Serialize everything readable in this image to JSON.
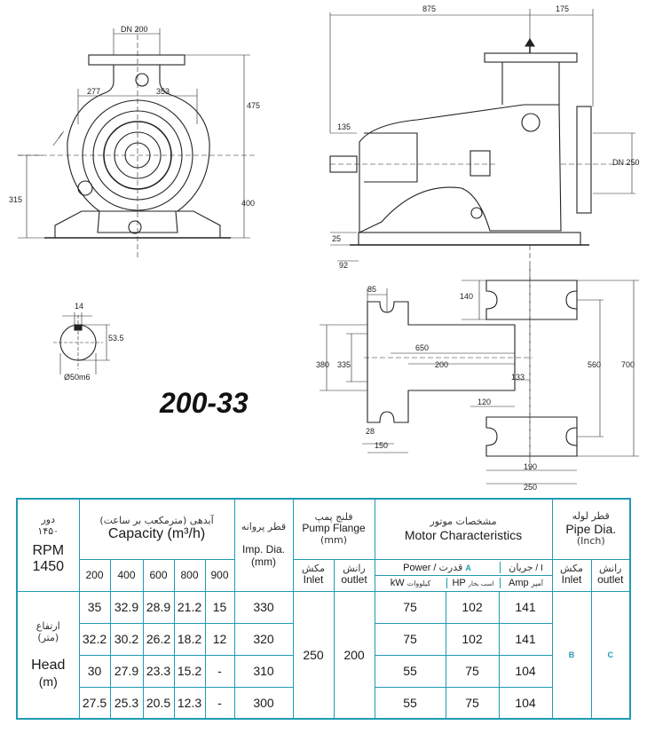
{
  "model": "200-33",
  "drawing": {
    "front_view": {
      "dn_label": "DN 200",
      "dims": [
        "277",
        "353",
        "475",
        "315",
        "400"
      ]
    },
    "side_view": {
      "dn_label": "DN 250",
      "dims": [
        "875",
        "175",
        "135",
        "25",
        "92"
      ]
    },
    "shaft": {
      "dims": [
        "14",
        "53.5",
        "Ø50m6"
      ]
    },
    "base_view": {
      "dims": [
        "85",
        "140",
        "650",
        "380",
        "335",
        "200",
        "133",
        "560",
        "700",
        "120",
        "28",
        "150",
        "190",
        "250"
      ]
    }
  },
  "table": {
    "speed": {
      "fa_label": "دور",
      "fa_value": "۱۴۵۰",
      "en_label": "RPM",
      "en_value": "1450"
    },
    "head": {
      "fa_label": "ارتفاع",
      "fa_unit": "(متر)",
      "en_label": "Head",
      "en_unit": "(m)"
    },
    "capacity": {
      "fa_label": "آبدهی (مترمکعب بر ساعت)",
      "en_label": "Capacity (m³/h)"
    },
    "capacity_cols": [
      "200",
      "400",
      "600",
      "800",
      "900"
    ],
    "impeller": {
      "fa_label": "قطر پروانه",
      "en_label": "Imp. Dia.",
      "unit": "(mm)"
    },
    "flange": {
      "fa_label": "فلنج پمپ",
      "en_label": "Pump Flange",
      "unit": "(mm)",
      "inlet_fa": "مکش",
      "inlet_en": "Inlet",
      "outlet_fa": "رانش",
      "outlet_en": "outlet",
      "inlet_value": "250",
      "outlet_value": "200"
    },
    "motor": {
      "fa_label": "مشخصات موتور",
      "en_label": "Motor Characteristics",
      "power_en": "Power",
      "power_sep": "/",
      "power_fa": "قدرت",
      "power_code": "A",
      "current_fa": "جریان",
      "current_sep": "/",
      "current_en": "I",
      "kw_en": "kW",
      "kw_fa": "کیلووات",
      "hp_en": "HP",
      "hp_fa": "اسب بخار",
      "amp_en": "Amp",
      "amp_fa": "آمپر"
    },
    "pipe": {
      "fa_label": "قطر لوله",
      "en_label": "Pipe Dia.",
      "unit": "(Inch)",
      "inlet_fa": "مکش",
      "inlet_en": "Inlet",
      "outlet_fa": "رانش",
      "outlet_en": "outlet",
      "inlet_value": "B",
      "outlet_value": "C"
    },
    "rows": [
      {
        "heads": [
          "35",
          "32.9",
          "28.9",
          "21.2",
          "15"
        ],
        "imp": "330",
        "kw": "75",
        "hp": "102",
        "amp": "141"
      },
      {
        "heads": [
          "32.2",
          "30.2",
          "26.2",
          "18.2",
          "12"
        ],
        "imp": "320",
        "kw": "75",
        "hp": "102",
        "amp": "141"
      },
      {
        "heads": [
          "30",
          "27.9",
          "23.3",
          "15.2",
          "-"
        ],
        "imp": "310",
        "kw": "55",
        "hp": "75",
        "amp": "104"
      },
      {
        "heads": [
          "27.5",
          "25.3",
          "20.5",
          "12.3",
          "-"
        ],
        "imp": "300",
        "kw": "55",
        "hp": "75",
        "amp": "104"
      }
    ]
  }
}
